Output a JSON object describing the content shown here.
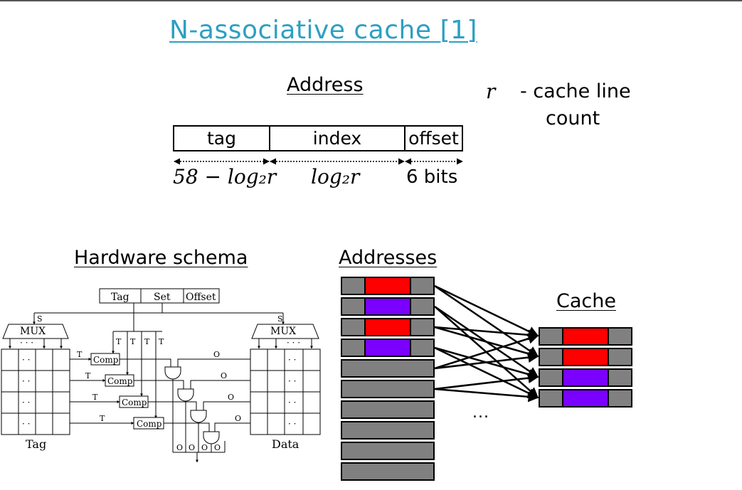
{
  "title": "N-associative cache [1]",
  "address": {
    "heading": "Address",
    "fields": [
      "tag",
      "index",
      "offset"
    ],
    "widths": [
      "58 − log₂r",
      "log₂r",
      "6 bits"
    ]
  },
  "note": {
    "variable": "r",
    "text_line1": "- cache line",
    "text_line2": "count"
  },
  "hardware": {
    "heading": "Hardware schema",
    "fields": [
      "Tag",
      "Set",
      "Offset"
    ],
    "mux_label": "MUX",
    "select_label": "S",
    "comp_label": "Comp",
    "t_label": "T",
    "o_label": "O",
    "tag_label": "Tag",
    "data_label": "Data"
  },
  "addresses": {
    "heading": "Addresses",
    "ellipsis": "..."
  },
  "cache": {
    "heading": "Cache"
  },
  "colors": {
    "title": "#2d9fc3",
    "red": "#ff0000",
    "purple": "#7a00ff",
    "gray": "#808080"
  }
}
